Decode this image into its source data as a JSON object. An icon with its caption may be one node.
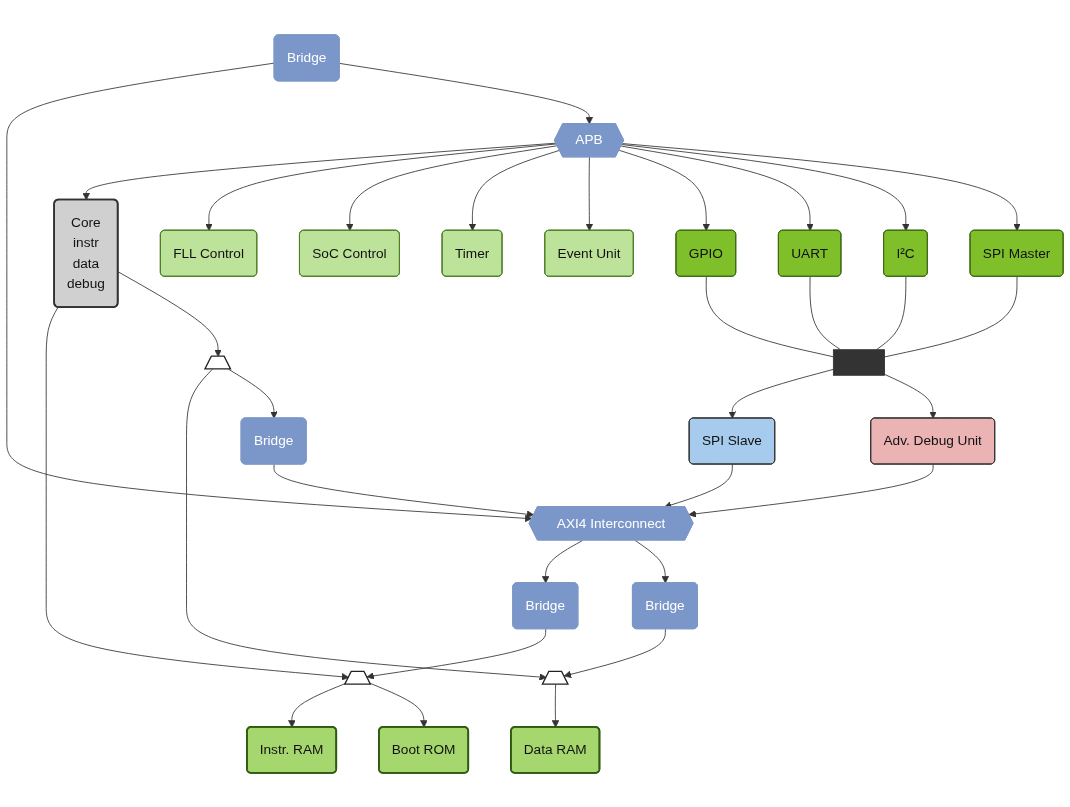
{
  "diagram": {
    "nodes": [
      {
        "text": [
          "Core",
          "instr",
          "data",
          "debug"
        ]
      },
      {
        "text": [
          "Instr. RAM"
        ]
      },
      {
        "text": [
          "Boot ROM"
        ]
      },
      {
        "text": [],
        "shape": "trapezoid"
      },
      {
        "text": [
          "Bridge"
        ]
      },
      {
        "text": [],
        "shape": "trapezoid"
      },
      {
        "text": [],
        "shape": "trapezoid"
      },
      {
        "text": [
          "Data RAM"
        ]
      },
      {
        "text": [
          "Bridge"
        ]
      },
      {
        "text": [
          "Bridge"
        ]
      },
      {
        "text": [
          "AXI4 Interconnect"
        ]
      },
      {
        "text": [
          "FLL Control"
        ]
      },
      {
        "text": [
          "Bridge"
        ]
      },
      {
        "text": [
          "APB"
        ]
      },
      {
        "text": [
          "SoC Control"
        ]
      },
      {
        "text": [
          "Timer"
        ]
      },
      {
        "text": [
          "Event Unit"
        ]
      },
      {
        "text": [
          "GPIO"
        ]
      },
      {
        "text": [
          "UART"
        ]
      },
      {
        "text": [
          "I²C"
        ]
      },
      {
        "text": [
          "SPI Master"
        ]
      },
      {
        "text": [
          "SPI Slave"
        ]
      },
      {
        "text": [
          "Adv. Debug Unit"
        ]
      },
      {
        "text": [],
        "shape": "bar"
      }
    ],
    "edges": [
      {
        "from": 0,
        "to": 3,
        "arrow": "to"
      },
      {
        "from": 3,
        "to": 1,
        "arrow": "to"
      },
      {
        "from": 3,
        "to": 2,
        "arrow": "to"
      },
      {
        "from": 4,
        "to": 3,
        "arrow": "to"
      },
      {
        "from": 10,
        "to": 4,
        "arrow": "to"
      },
      {
        "from": 0,
        "to": 5,
        "arrow": "to"
      },
      {
        "from": 5,
        "to": 6,
        "arrow": "to"
      },
      {
        "from": 5,
        "to": 8,
        "arrow": "to"
      },
      {
        "from": 8,
        "to": 10,
        "arrow": "to"
      },
      {
        "from": 10,
        "to": 9,
        "arrow": "to"
      },
      {
        "from": 9,
        "to": 6,
        "arrow": "to"
      },
      {
        "from": 6,
        "to": 7,
        "arrow": "to"
      },
      {
        "from": 13,
        "to": 0,
        "arrow": "to"
      },
      {
        "from": 12,
        "to": 10,
        "arrow": "to"
      },
      {
        "from": 12,
        "to": 13,
        "arrow": "to"
      },
      {
        "from": 13,
        "to": 11,
        "arrow": "to"
      },
      {
        "from": 13,
        "to": 14,
        "arrow": "to"
      },
      {
        "from": 13,
        "to": 15,
        "arrow": "to"
      },
      {
        "from": 13,
        "to": 16,
        "arrow": "to"
      },
      {
        "from": 13,
        "to": 17,
        "arrow": "to"
      },
      {
        "from": 13,
        "to": 18,
        "arrow": "to"
      },
      {
        "from": 13,
        "to": 19,
        "arrow": "to"
      },
      {
        "from": 13,
        "to": 20,
        "arrow": "to"
      },
      {
        "from": 21,
        "to": 10,
        "arrow": "to"
      },
      {
        "from": 22,
        "to": 10,
        "arrow": "to"
      },
      {
        "from": 17,
        "to": 23,
        "arrow": "none"
      },
      {
        "from": 18,
        "to": 23,
        "arrow": "none"
      },
      {
        "from": 19,
        "to": 23,
        "arrow": "none"
      },
      {
        "from": 20,
        "to": 23,
        "arrow": "none"
      },
      {
        "from": 23,
        "to": 21,
        "arrow": "to"
      },
      {
        "from": 23,
        "to": 22,
        "arrow": "to"
      }
    ]
  }
}
